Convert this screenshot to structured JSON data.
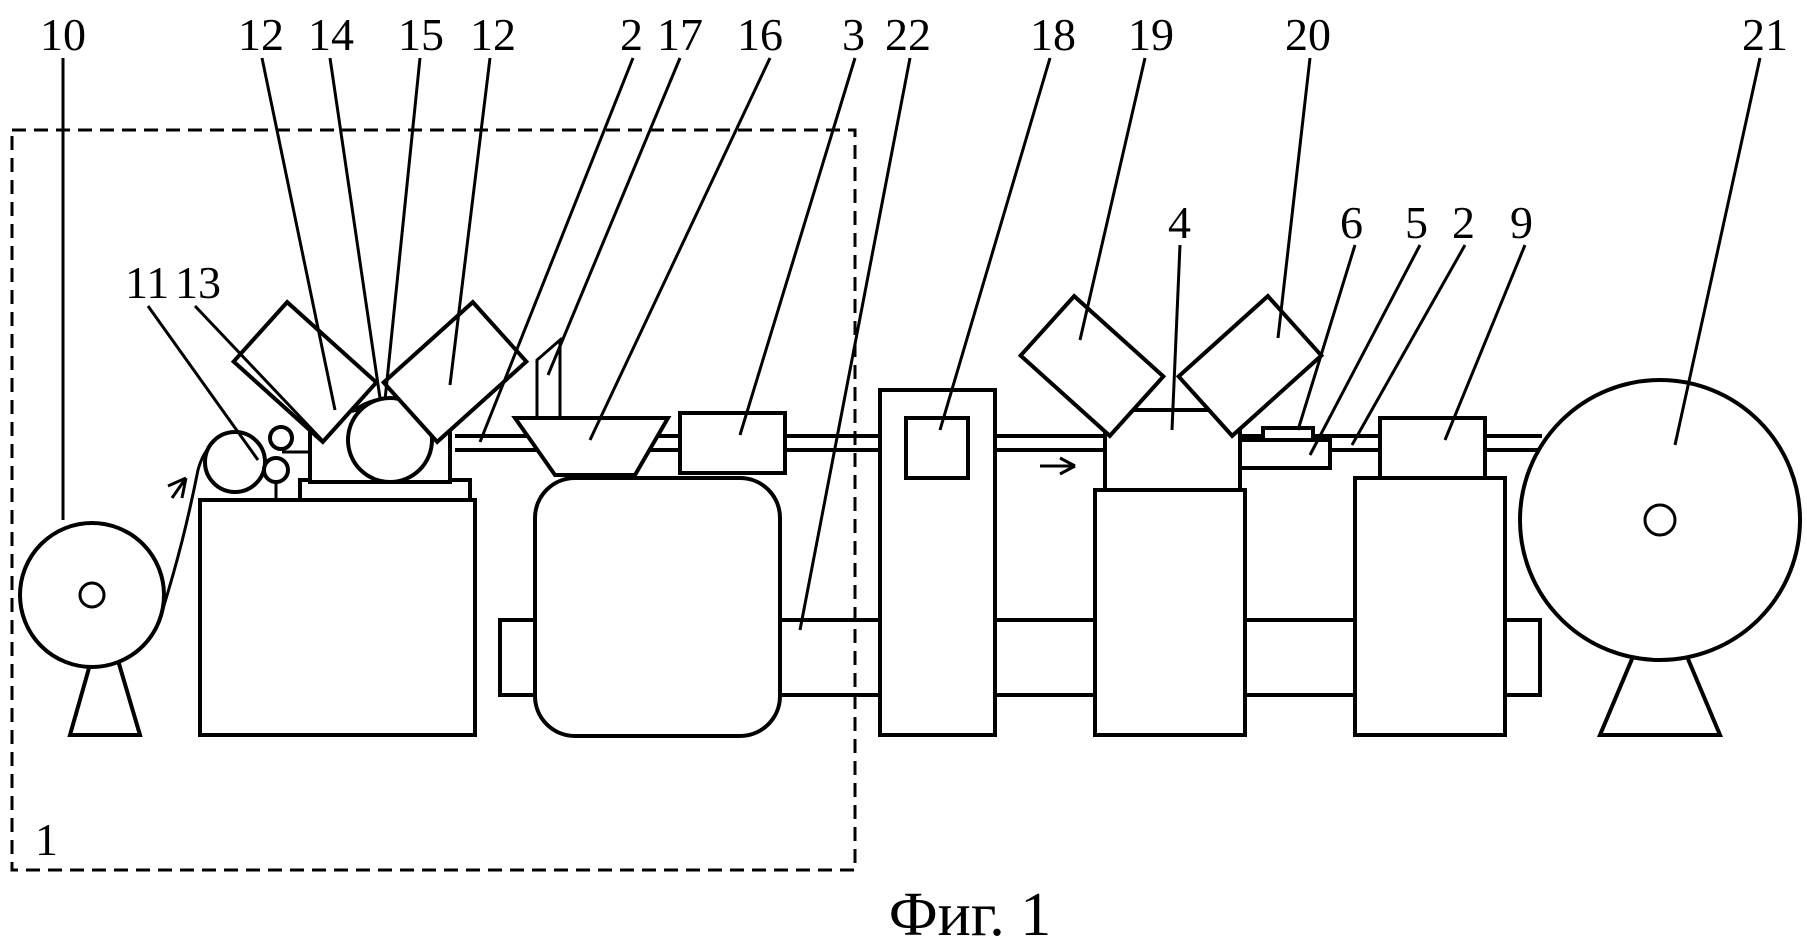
{
  "figure": {
    "caption": "Фиг. 1",
    "labels": {
      "l10": "10",
      "l12a": "12",
      "l14": "14",
      "l15": "15",
      "l12b": "12",
      "l2a": "2",
      "l17": "17",
      "l16": "16",
      "l3": "3",
      "l22": "22",
      "l18": "18",
      "l19": "19",
      "l20": "20",
      "l21": "21",
      "l11": "11",
      "l13": "13",
      "l4": "4",
      "l6": "6",
      "l5": "5",
      "l2b": "2",
      "l9": "9",
      "l1": "1"
    }
  }
}
